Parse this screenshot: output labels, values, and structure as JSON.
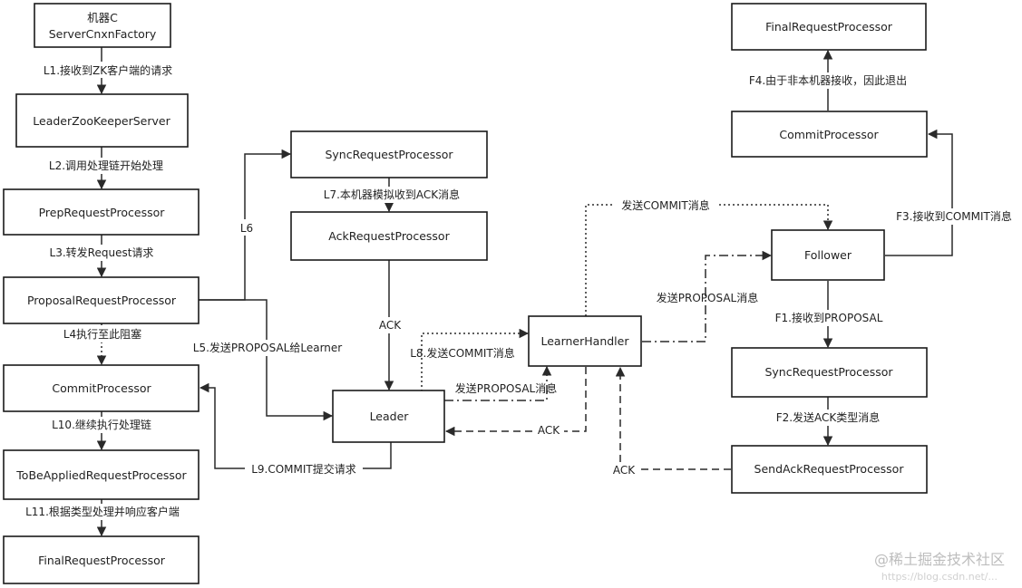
{
  "nodes": {
    "machine_c_title": "机器C",
    "server_cnxn_factory": "ServerCnxnFactory",
    "leader_zk_server": "LeaderZooKeeperServer",
    "prep_request_processor": "PrepRequestProcessor",
    "proposal_request_processor": "ProposalRequestProcessor",
    "commit_processor_left": "CommitProcessor",
    "to_be_applied_processor": "ToBeAppliedRequestProcessor",
    "final_processor_left": "FinalRequestProcessor",
    "sync_processor_leader": "SyncRequestProcessor",
    "ack_request_processor": "AckRequestProcessor",
    "leader": "Leader",
    "learner_handler": "LearnerHandler",
    "final_processor_right": "FinalRequestProcessor",
    "commit_processor_right": "CommitProcessor",
    "follower": "Follower",
    "sync_processor_follower": "SyncRequestProcessor",
    "send_ack_processor": "SendAckRequestProcessor"
  },
  "edges": {
    "l1": "L1.接收到ZK客户端的请求",
    "l2": "L2.调用处理链开始处理",
    "l3": "L3.转发Request请求",
    "l4": "L4执行至此阻塞",
    "l5": "L5.发送PROPOSAL给Learner",
    "l6": "L6",
    "l7": "L7.本机器模拟收到ACK消息",
    "ack_leader": "ACK",
    "l8": "L8.发送COMMIT消息",
    "l9": "L9.COMMIT提交请求",
    "l10": "L10.继续执行处理链",
    "l11": "L11.根据类型处理并响应客户端",
    "send_proposal_leader": "发送PROPOSAL消息",
    "ack_learner": "ACK",
    "send_commit_follower": "发送COMMIT消息",
    "send_proposal_follower": "发送PROPOSAL消息",
    "f1": "F1.接收到PROPOSAL",
    "f2": "F2.发送ACK类型消息",
    "f3": "F3.接收到COMMIT消息",
    "f4": "F4.由于非本机器接收，因此退出",
    "ack_follower": "ACK"
  },
  "watermark": {
    "text": "@稀土掘金技术社区",
    "url_text": "https://blog.csdn.net/..."
  }
}
